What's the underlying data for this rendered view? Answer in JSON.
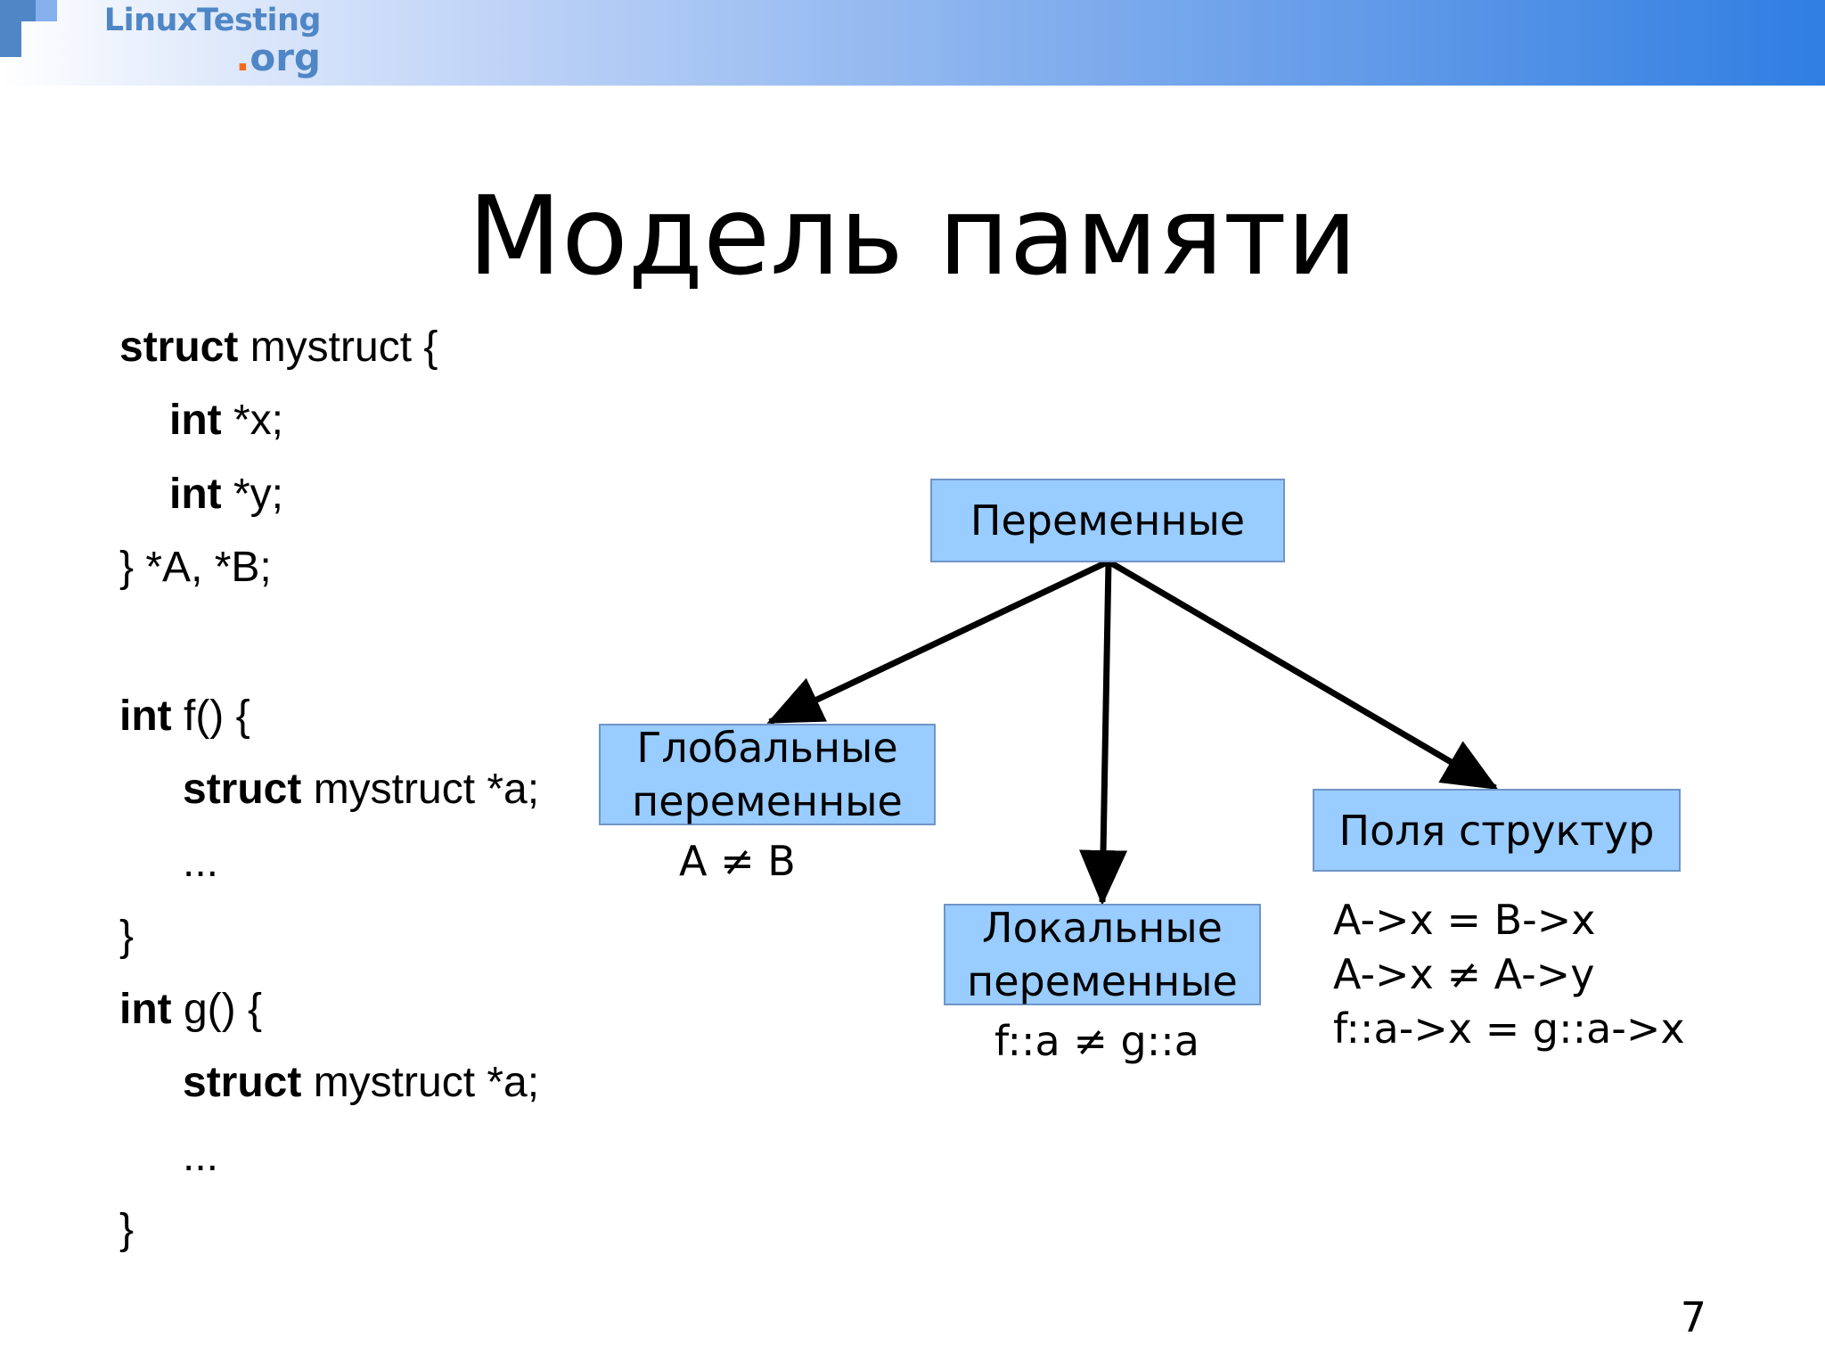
{
  "header": {
    "logo_line1": "LinuxTesting",
    "logo_dot": ".",
    "logo_line2": "org"
  },
  "slide": {
    "title": "Модель памяти",
    "page_number": "7"
  },
  "code_lines": [
    {
      "kw": "struct",
      "rest": " mystruct {"
    },
    {
      "kw": "int",
      "rest": " *x;"
    },
    {
      "kw": "int",
      "rest": " *y;"
    },
    {
      "kw": "",
      "rest": "} *A, *B;"
    },
    {
      "kw": "int",
      "rest": " f() {"
    },
    {
      "kw": "struct",
      "rest": " mystruct *a;"
    },
    {
      "kw": "",
      "rest": "..."
    },
    {
      "kw": "",
      "rest": "}"
    },
    {
      "kw": "int",
      "rest": " g() {"
    },
    {
      "kw": "struct",
      "rest": " mystruct *a;"
    },
    {
      "kw": "",
      "rest": "..."
    },
    {
      "kw": "",
      "rest": "}"
    }
  ],
  "diagram": {
    "root": {
      "label": "Переменные"
    },
    "global": {
      "label_line1": "Глобальные",
      "label_line2": "переменные",
      "note": "A ≠ B"
    },
    "local": {
      "label_line1": "Локальные",
      "label_line2": "переменные",
      "note": "f::a ≠ g::a"
    },
    "fields": {
      "label": "Поля структур",
      "notes": [
        "A->x = B->x",
        "A->x ≠ A->y",
        "f::a->x = g::a->x"
      ]
    },
    "colors": {
      "box_fill": "#99ccff",
      "box_border": "#6f95c6",
      "arrow": "#000000"
    }
  }
}
